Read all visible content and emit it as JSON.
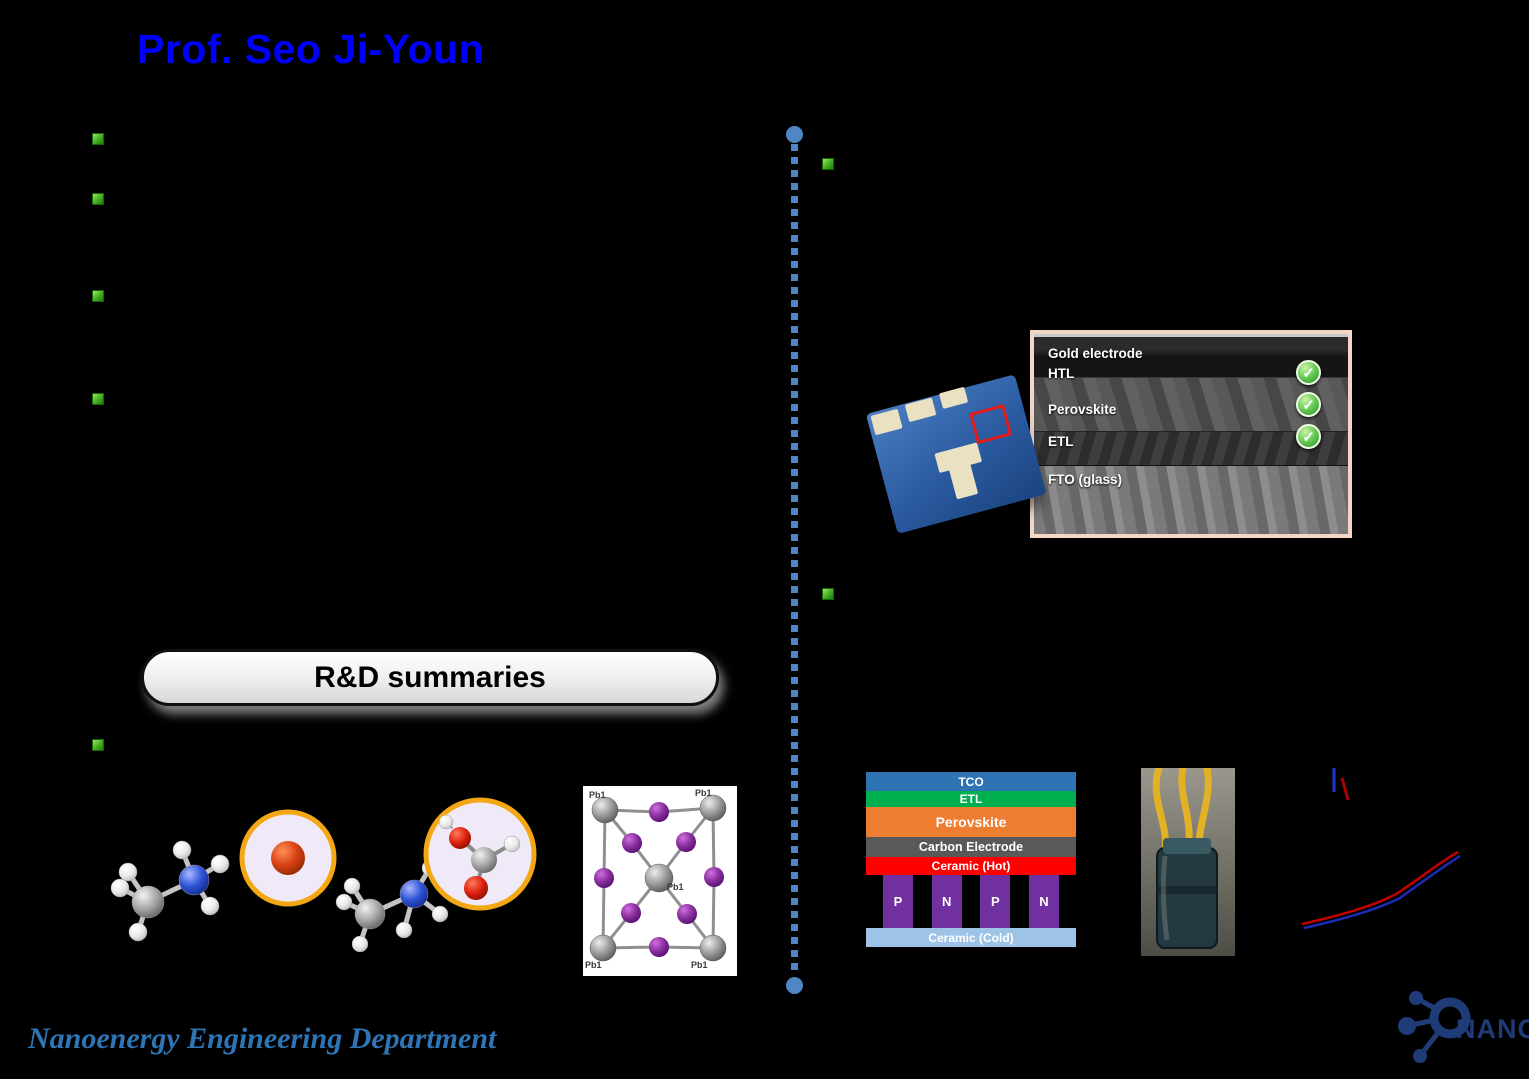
{
  "title": "Prof. Seo Ji-Youn",
  "rd_summaries": {
    "label": "R&D summaries"
  },
  "sem_panel": {
    "labels": [
      "Gold electrode",
      "HTL",
      "Perovskite",
      "ETL",
      "FTO (glass)"
    ],
    "check": "✓",
    "check_color": "#5cc24d",
    "border_color": "#F2D7C9"
  },
  "te_diagram": {
    "layers": [
      {
        "label": "TCO",
        "color": "#2E74B5"
      },
      {
        "label": "ETL",
        "color": "#00B050"
      },
      {
        "label": "Perovskite",
        "color": "#ED7D31"
      },
      {
        "label": "Carbon Electrode",
        "color": "#595959"
      },
      {
        "label": "Ceramic (Hot)",
        "color": "#FF0000"
      }
    ],
    "legs": [
      "P",
      "N",
      "P",
      "N"
    ],
    "leg_color": "#7030A0",
    "base": {
      "label": "Ceramic (Cold)",
      "color": "#9DC3E6"
    }
  },
  "crystal": {
    "atom_labels": [
      "Pb1",
      "Pb1",
      "Pb1",
      "Pb1",
      "Pb1"
    ]
  },
  "footer": {
    "department": "Nanoenergy Engineering Department"
  },
  "logo": {
    "text": "NANO",
    "color": "#1F3C78"
  },
  "accents": {
    "title_color": "#0000FE",
    "bullet_color": "#3FAE1D",
    "timeline_color": "#4E86C6",
    "footer_color": "#2E75B6"
  }
}
